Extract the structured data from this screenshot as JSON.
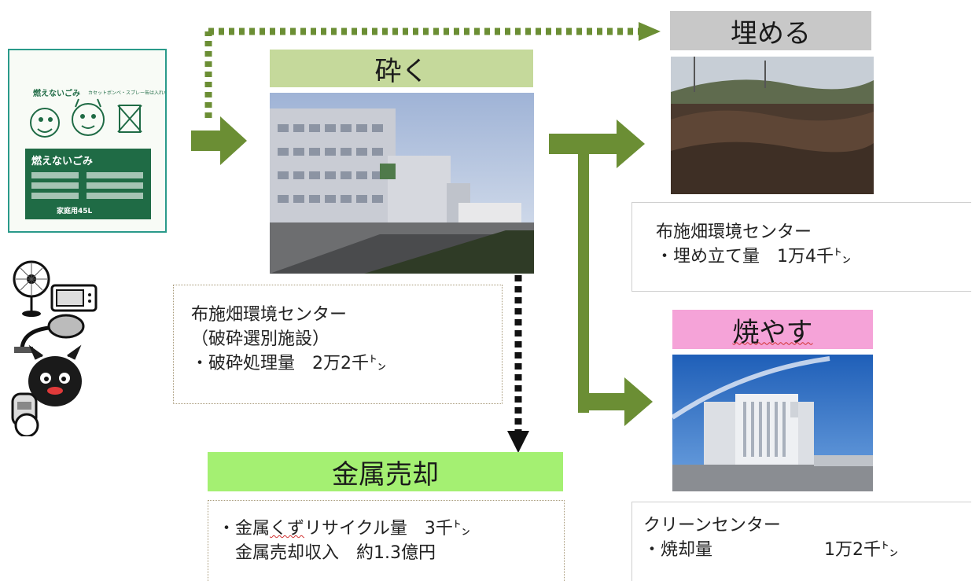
{
  "headers": {
    "crush": "砕く",
    "landfill": "埋める",
    "burn": "焼やす",
    "metal": "金属売却"
  },
  "bag": {
    "title_small": "燃えないごみ",
    "warning_small": "カセットボンベ・スプレー缶は入れないで!",
    "title_large": "燃えないごみ",
    "size_label": "家庭用45L"
  },
  "boxes": {
    "fuse_crush": {
      "lines": [
        "布施畑環境センター",
        "（破砕選別施設）",
        "・破砕処理量　2万2千㌧"
      ]
    },
    "fuse_landfill": {
      "lines": [
        "布施畑環境センター",
        "・埋め立て量　1万4千㌧"
      ]
    },
    "clean_center": {
      "line1": "クリーンセンター",
      "line2_label": "・焼却量",
      "line2_value": "1万2千㌧"
    },
    "metal": {
      "line1_prefix": "・金属",
      "line1_squiggle": "くず",
      "line1_rest": "リサイクル量　3千㌧",
      "line2": "金属売却収入　約1.3億円"
    }
  },
  "colors": {
    "crush_header": "#c5d99b",
    "landfill_header": "#c8c8c8",
    "burn_header": "#f5a3d8",
    "metal_header": "#a4f072",
    "arrow_green": "#6b8e34",
    "arrow_dotted_green": "#6b8e34",
    "arrow_dotted_black": "#111111",
    "bag_green": "#1f6b45",
    "bag_border": "#2a9a8a"
  }
}
